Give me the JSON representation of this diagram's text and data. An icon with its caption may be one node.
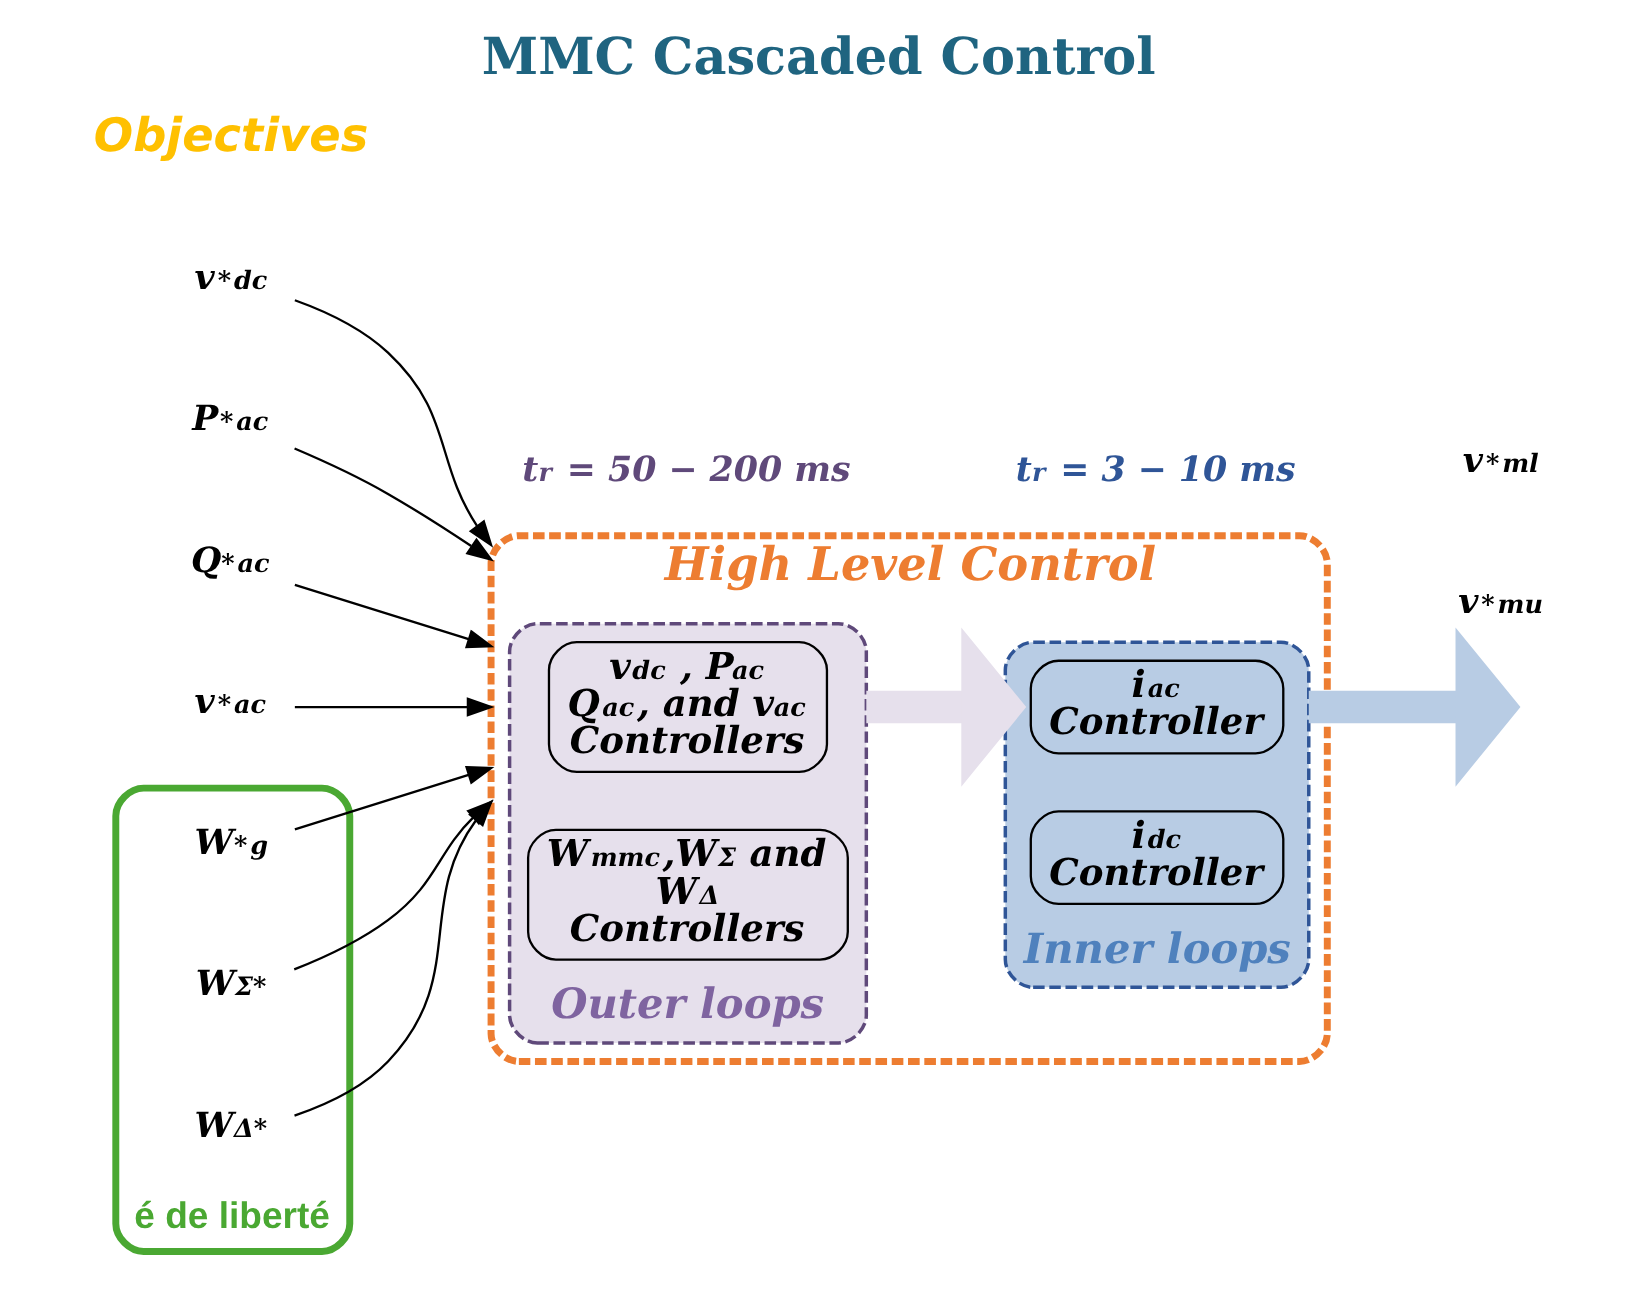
{
  "diagram": {
    "title": "MMC Cascaded Control",
    "nodes": [
      {
        "text": [
          "High Level Control"
        ]
      },
      {
        "text": [
          "Outer loops"
        ],
        "in": 0
      },
      {
        "text": [
          "v$_{dc}$ , P$_{ac}$ Q$_{ac}$, and v$_{ac}$ Controllers"
        ],
        "in": 1
      },
      {
        "text": [
          "W$_{mmc}$,W$^{Σ}$ and W$^{Δ}$ Controllers"
        ],
        "in": 1
      },
      {
        "text": [
          "Inner loops"
        ],
        "in": 0
      },
      {
        "text": [
          "i$_{ac}$ Controller"
        ],
        "in": 4
      },
      {
        "text": [
          "i$_{dc}$ Controller"
        ],
        "in": 4
      },
      {
        "text": [
          "v$^{*}$$_{dc}$"
        ]
      },
      {
        "text": [
          "P$^{*}$$_{ac}$"
        ]
      },
      {
        "text": [
          "Q$^{*}$$_{ac}$"
        ]
      },
      {
        "text": [
          "v$^{*}$$_{ac}$"
        ]
      },
      {
        "text": [
          "é de liberté"
        ]
      },
      {
        "text": [
          "W$^{*}$$_{g}$"
        ],
        "in": 11
      },
      {
        "text": [
          "W$^{Σ*}$"
        ],
        "in": 11
      },
      {
        "text": [
          "W$^{Δ*}$"
        ],
        "in": 11
      }
    ],
    "edges": [
      {
        "from": 7,
        "to": 0,
        "arrow": "to"
      },
      {
        "from": 8,
        "to": 0,
        "arrow": "to"
      },
      {
        "from": 9,
        "to": 0,
        "arrow": "to"
      },
      {
        "from": 10,
        "to": 0,
        "arrow": "to"
      },
      {
        "from": 12,
        "to": 0,
        "arrow": "to"
      },
      {
        "from": 13,
        "to": 0,
        "arrow": "to"
      },
      {
        "from": 14,
        "to": 0,
        "arrow": "to"
      },
      {
        "from": 1,
        "to": 4,
        "arrow": "to",
        "style": "thick",
        "color": "#e6e0ec"
      },
      {
        "from": 4,
        "to": null,
        "arrow": "to",
        "style": "thick",
        "color": "#b8cce4"
      }
    ],
    "labels": [
      "Objectives",
      "v$^{*}$$_{mu}$",
      "v$^{*}$$_{ml}$",
      "t$_{r}$ = 50 − 200 ms",
      "t$_{r}$ = 3 − 10 ms"
    ]
  }
}
